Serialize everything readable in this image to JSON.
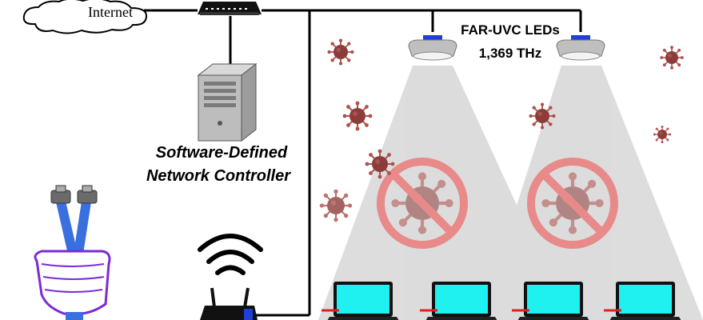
{
  "labels": {
    "internet": "Internet",
    "controller_line1": "Software-Defined",
    "controller_line2": "Network Controller",
    "leds_line1": "FAR-UVC LEDs",
    "leds_line2": "1,369 THz"
  },
  "colors": {
    "line": "#000000",
    "led_mount": "#1f3fd6",
    "beam": "#d9d9d9",
    "no_sign": "#e88a8a",
    "virus_body": "#8c3d3a",
    "virus_spike": "#b0504a",
    "screen": "#1ff0f0",
    "laptop_body": "#111111",
    "laptop_accent": "#e02020",
    "fist_outline": "#7a2bd6",
    "cable": "#3a6fe0"
  },
  "icons": {
    "cloud": "cloud-icon",
    "switch": "network-switch-icon",
    "server": "server-tower-icon",
    "router": "wifi-router-icon",
    "wifi": "wifi-signal-icon",
    "led": "ceiling-led-lamp-icon",
    "virus": "virus-icon",
    "no_virus": "no-virus-sign-icon",
    "laptop": "laptop-icon",
    "fist": "fist-holding-fiber-cables-icon"
  }
}
